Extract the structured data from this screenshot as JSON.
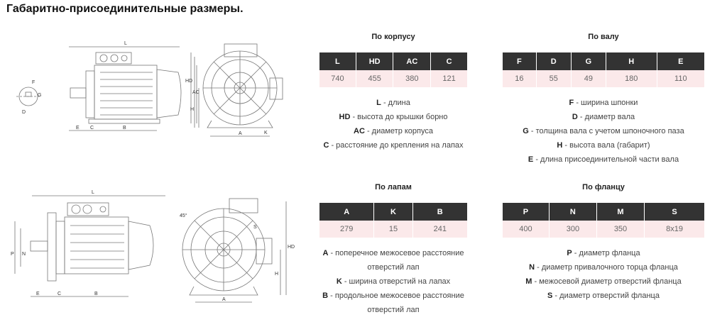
{
  "title": "Габаритно-присоединительные размеры.",
  "drawing_labels": {
    "L": "L",
    "HD": "HD",
    "AC": "AC",
    "H": "H",
    "A": "A",
    "B": "B",
    "C": "C",
    "E": "E",
    "F": "F",
    "G": "G",
    "D": "D",
    "K": "K",
    "S": "S",
    "P": "P",
    "N": "N",
    "angle": "45°"
  },
  "sections": [
    {
      "title": "По корпусу",
      "headers": [
        "L",
        "HD",
        "AC",
        "C"
      ],
      "values": [
        "740",
        "455",
        "380",
        "121"
      ],
      "legend": [
        {
          "key": "L",
          "text": " - длина"
        },
        {
          "key": "HD",
          "text": " - высота до крышки борно"
        },
        {
          "key": "AC",
          "text": " - диаметр корпуса"
        },
        {
          "key": "C",
          "text": " - расстояние до крепления на лапах"
        }
      ]
    },
    {
      "title": "По валу",
      "headers": [
        "F",
        "D",
        "G",
        "H",
        "E"
      ],
      "values": [
        "16",
        "55",
        "49",
        "180",
        "110"
      ],
      "legend": [
        {
          "key": "F",
          "text": " - ширина шпонки"
        },
        {
          "key": "D",
          "text": " - диаметр вала"
        },
        {
          "key": "G",
          "text": " - толщина вала с учетом шпоночного паза"
        },
        {
          "key": "H",
          "text": " - высота вала (габарит)"
        },
        {
          "key": "E",
          "text": " - длина присоединительной части вала"
        }
      ]
    },
    {
      "title": "По лапам",
      "headers": [
        "A",
        "K",
        "B"
      ],
      "values": [
        "279",
        "15",
        "241"
      ],
      "legend": [
        {
          "key": "A",
          "text": " - поперечное межосевое расстояние"
        },
        {
          "key": "",
          "text": "отверстий лап"
        },
        {
          "key": "K",
          "text": " - ширина отверстий на лапах"
        },
        {
          "key": "B",
          "text": " - продольное межосевое расстояние"
        },
        {
          "key": "",
          "text": "отверстий лап"
        }
      ]
    },
    {
      "title": "По фланцу",
      "headers": [
        "P",
        "N",
        "M",
        "S"
      ],
      "values": [
        "400",
        "300",
        "350",
        "8x19"
      ],
      "legend": [
        {
          "key": "P",
          "text": " - диаметр фланца"
        },
        {
          "key": "N",
          "text": " - диаметр привалочного торца фланца"
        },
        {
          "key": "M",
          "text": " - межосевой диаметр отверстий фланца"
        },
        {
          "key": "S",
          "text": " - диаметр отверстий фланца"
        }
      ]
    }
  ]
}
